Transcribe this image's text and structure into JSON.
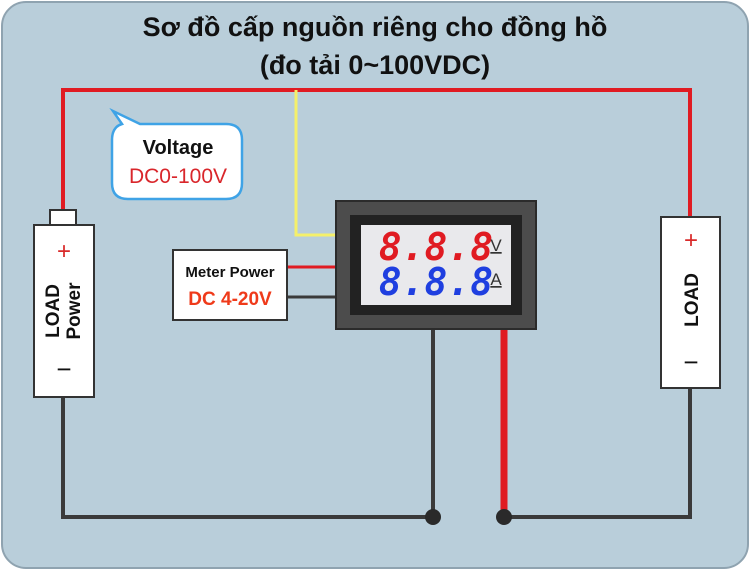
{
  "title": {
    "line1": "Sơ đồ cấp nguồn riêng cho đồng hồ",
    "line2": "(đo tải 0~100VDC)"
  },
  "callout": {
    "label": "Voltage",
    "value": "DC0-100V"
  },
  "meter_power": {
    "label": "Meter Power",
    "value": "DC 4-20V"
  },
  "display": {
    "voltage_digits": "8.8.8",
    "voltage_unit": "V",
    "current_digits": "8.8.8",
    "current_unit": "A"
  },
  "left_load": {
    "line1": "LOAD",
    "line2": "Power",
    "plus": "+",
    "minus": "−"
  },
  "right_load": {
    "label": "LOAD",
    "plus": "+",
    "minus": "−"
  },
  "colors": {
    "background": "#b9ceda",
    "wire_positive": "#e01b22",
    "wire_signal": "#f5f06a",
    "wire_negative": "#3a3a3a",
    "voltage_digits": "#e01b22",
    "current_digits": "#1f3fe0",
    "callout_border": "#3fa3e6"
  }
}
